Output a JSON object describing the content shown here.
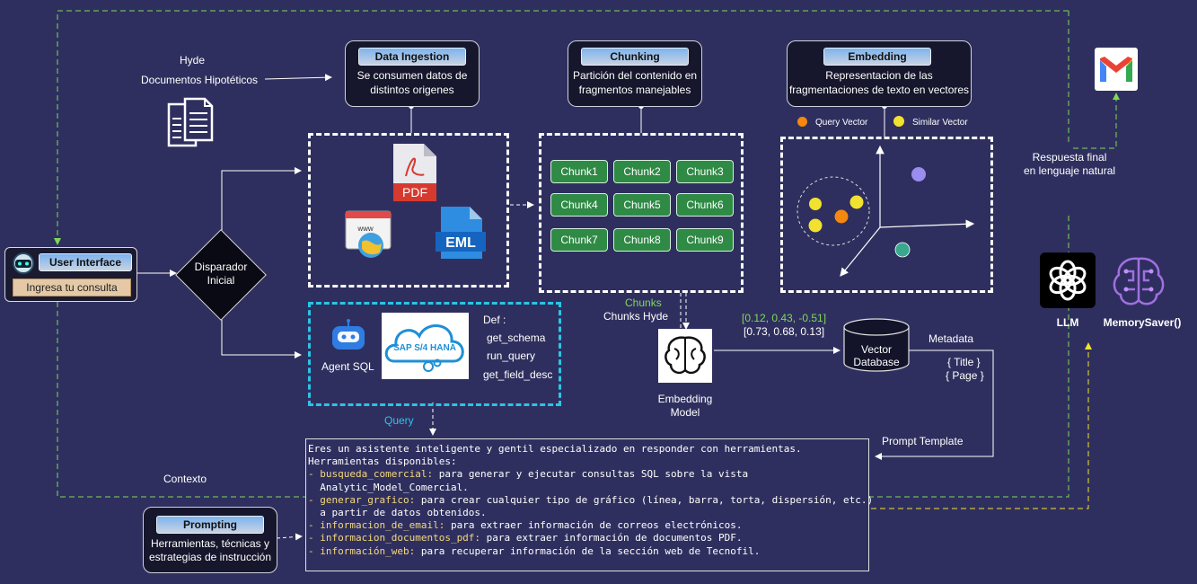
{
  "hyde": {
    "title": "Hyde",
    "subtitle": "Documentos Hipotéticos"
  },
  "data_ingestion": {
    "header": "Data Ingestion",
    "lines": [
      "Se consumen datos de",
      "distintos origenes"
    ]
  },
  "chunking": {
    "header": "Chunking",
    "lines": [
      "Partición del contenido en",
      "fragmentos manejables"
    ],
    "chunks": [
      "Chunk1",
      "Chunk2",
      "Chunk3",
      "Chunk4",
      "Chunk5",
      "Chunk6",
      "Chunk7",
      "Chunk8",
      "Chunk9"
    ]
  },
  "embedding": {
    "header": "Embedding",
    "lines": [
      "Representacion de las",
      "fragmentaciones de texto en vectores"
    ],
    "legend_query": "Query Vector",
    "legend_similar": "Similar Vector"
  },
  "sources": {
    "pdf": "PDF",
    "eml": "EML",
    "www": "www"
  },
  "user_interface": {
    "title": "User Interface",
    "input": "Ingresa tu consulta"
  },
  "trigger": {
    "lines": [
      "Disparador",
      "Inicial"
    ]
  },
  "agent": {
    "label": "Agent SQL",
    "sap": "SAP S/4 HANA",
    "def_title": "Def :",
    "defs": [
      "get_schema",
      "run_query",
      "get_field_desc"
    ]
  },
  "chunks_label": {
    "line1": "Chunks",
    "line2": "Chunks Hyde"
  },
  "embedding_model": {
    "lines": [
      "Embedding",
      "Model"
    ]
  },
  "vectors": {
    "v1": "[0.12, 0.43, -0.51]",
    "v2": "[0.73, 0.68, 0.13]"
  },
  "vector_db": {
    "lines": [
      "Vector",
      "Database"
    ]
  },
  "metadata": {
    "title": "Metadata",
    "items": [
      "{ Title }",
      "{ Page }"
    ]
  },
  "labels": {
    "query": "Query",
    "contexto": "Contexto",
    "prompt_template": "Prompt Template",
    "respuesta": [
      "Respuesta final",
      "en lenguaje natural"
    ],
    "llm": "LLM",
    "memory": "MemorySaver()"
  },
  "prompting": {
    "header": "Prompting",
    "lines": [
      "Herramientas, técnicas y",
      "estrategias de instrucción"
    ]
  },
  "prompt": {
    "intro": "Eres un asistente inteligente y gentil especializado en responder con herramientas.",
    "tools_title": "Herramientas disponibles:",
    "tools": [
      {
        "name": "- busqueda_comercial:",
        "desc": " para generar y ejecutar consultas SQL sobre la vista",
        "cont": "  Analytic_Model_Comercial."
      },
      {
        "name": "- generar_grafico:",
        "desc": " para crear cualquier tipo de gráfico (línea, barra, torta, dispersión, etc.)",
        "cont": "  a partir de datos obtenidos."
      },
      {
        "name": "- informacion_de_email:",
        "desc": " para extraer información de correos electrónicos.",
        "cont": ""
      },
      {
        "name": "- informacion_documentos_pdf:",
        "desc": " para extraer información de documentos PDF.",
        "cont": ""
      },
      {
        "name": "- información_web:",
        "desc": " para recuperar información de la sección web de Tecnofil.",
        "cont": ""
      }
    ]
  },
  "colors": {
    "background": "#2f2f5f",
    "chunk": "#2f8a45",
    "cyan": "#29c5e6",
    "green_dash": "#7ed957",
    "yellow": "#f2e230",
    "orange": "#f5880f"
  }
}
